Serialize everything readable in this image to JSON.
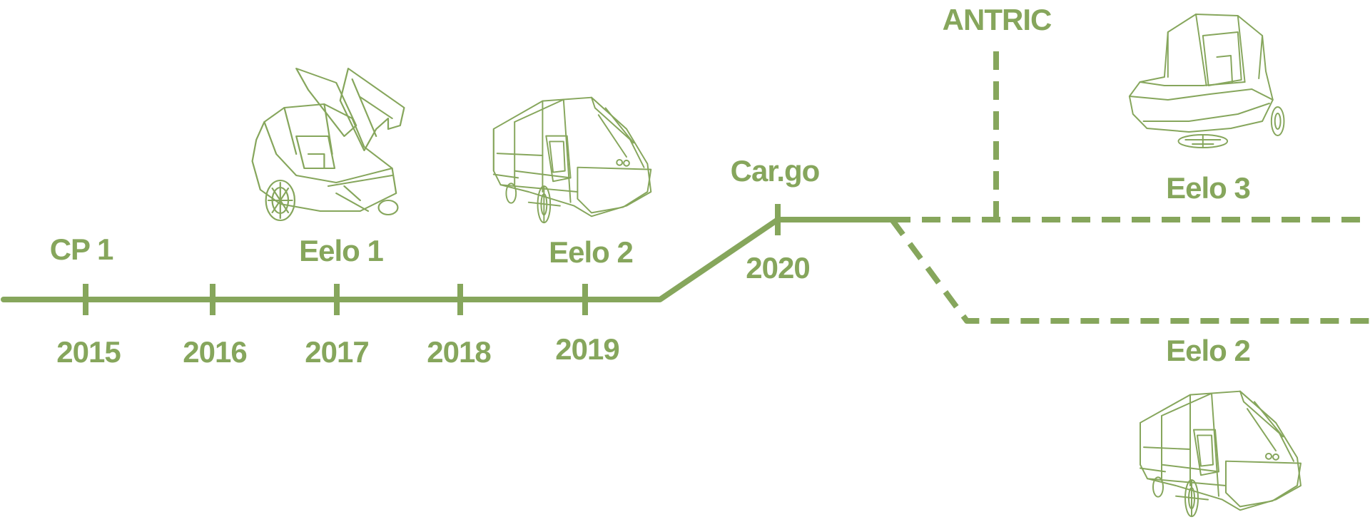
{
  "colors": {
    "accent": "#86a65c"
  },
  "timeline": {
    "years": [
      "2015",
      "2016",
      "2017",
      "2018",
      "2019",
      "2020"
    ],
    "milestones": [
      "CP 1",
      "Eelo 1",
      "Eelo 2",
      "Car.go"
    ]
  },
  "branches": {
    "top": {
      "label": "ANTRIC",
      "vehicle": "Eelo 3"
    },
    "bottom": {
      "vehicle": "Eelo 2"
    }
  },
  "illustrations": [
    "gullwing-vehicle-icon",
    "cargo-trike-icon",
    "enclosed-pod-icon",
    "cargo-trike-icon"
  ]
}
